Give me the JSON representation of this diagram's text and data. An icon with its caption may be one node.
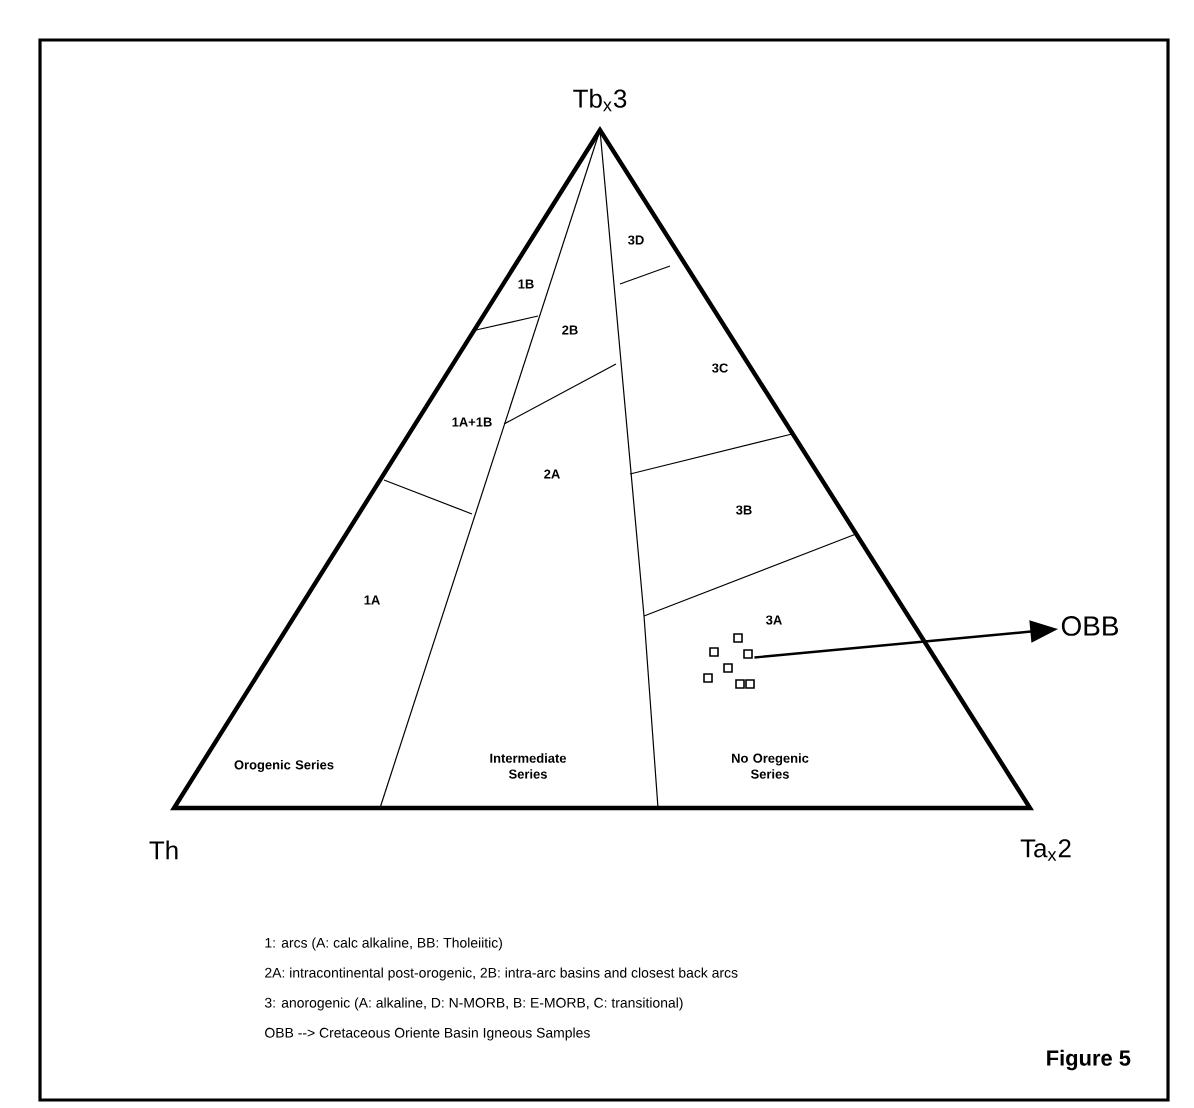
{
  "diagram": {
    "nodes": [
      {
        "text": [],
        "shape": "points"
      },
      {
        "text": [
          "OBB"
        ]
      }
    ],
    "edges": [
      {
        "from": 0,
        "to": 1,
        "arrow": "to"
      }
    ],
    "labels": [
      "Tb$_{x}$3",
      "3D",
      "1B",
      "2B",
      "3C",
      "1A+1B",
      "2A",
      "3B",
      "1A",
      "3A",
      "Orogenic Series",
      "Intermediate Series",
      "No Oregenic Series",
      "Th",
      "Ta$_{x}$2",
      "1: arcs (A: calc alkaline, BB: Tholeiitic)",
      "2A: intracontinental post-orogenic, 2B: intra-arc basins and closest back arcs",
      "3: anorogenic (A: alkaline, D: N-MORB, B: E-MORB, C: transitional)",
      "OBB --> Cretaceous Oriente Basin Igneous Samples",
      "Figure 5"
    ]
  }
}
